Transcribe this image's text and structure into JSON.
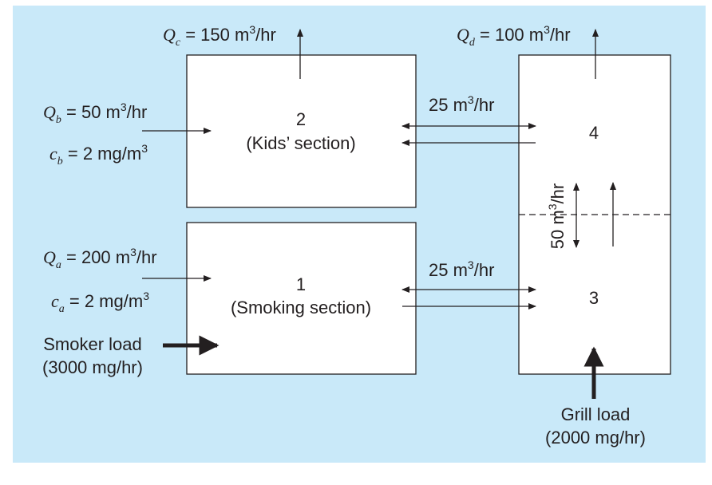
{
  "colors": {
    "background": "#c9e9f9",
    "box_fill": "#ffffff",
    "stroke": "#231f20"
  },
  "flows": {
    "qc": {
      "var": "Q",
      "sub": "c",
      "eq": " = 150 m",
      "exp": "3",
      "unit": "/hr"
    },
    "qd": {
      "var": "Q",
      "sub": "d",
      "eq": " = 100 m",
      "exp": "3",
      "unit": "/hr"
    },
    "qb": {
      "var": "Q",
      "sub": "b",
      "eq": " = 50 m",
      "exp": "3",
      "unit": "/hr"
    },
    "cb": {
      "var": "c",
      "sub": "b",
      "eq": " = 2 mg/m",
      "exp": "3",
      "unit": ""
    },
    "qa": {
      "var": "Q",
      "sub": "a",
      "eq": " = 200 m",
      "exp": "3",
      "unit": "/hr"
    },
    "ca": {
      "var": "c",
      "sub": "a",
      "eq": " = 2 mg/m",
      "exp": "3",
      "unit": ""
    },
    "exchange_top": {
      "pre": "25 m",
      "exp": "3",
      "unit": "/hr"
    },
    "exchange_bottom": {
      "pre": "25 m",
      "exp": "3",
      "unit": "/hr"
    },
    "exchange_vertical": {
      "pre": "50 m",
      "exp": "3",
      "unit": "/hr"
    }
  },
  "rooms": {
    "room2": {
      "number": "2",
      "name": "(Kids’ section)"
    },
    "room1": {
      "number": "1",
      "name": "(Smoking section)"
    },
    "room4": {
      "number": "4"
    },
    "room3": {
      "number": "3"
    }
  },
  "loads": {
    "smoker": {
      "line1": "Smoker load",
      "line2": "(3000 mg/hr)"
    },
    "grill": {
      "line1": "Grill load",
      "line2": "(2000 mg/hr)"
    }
  }
}
